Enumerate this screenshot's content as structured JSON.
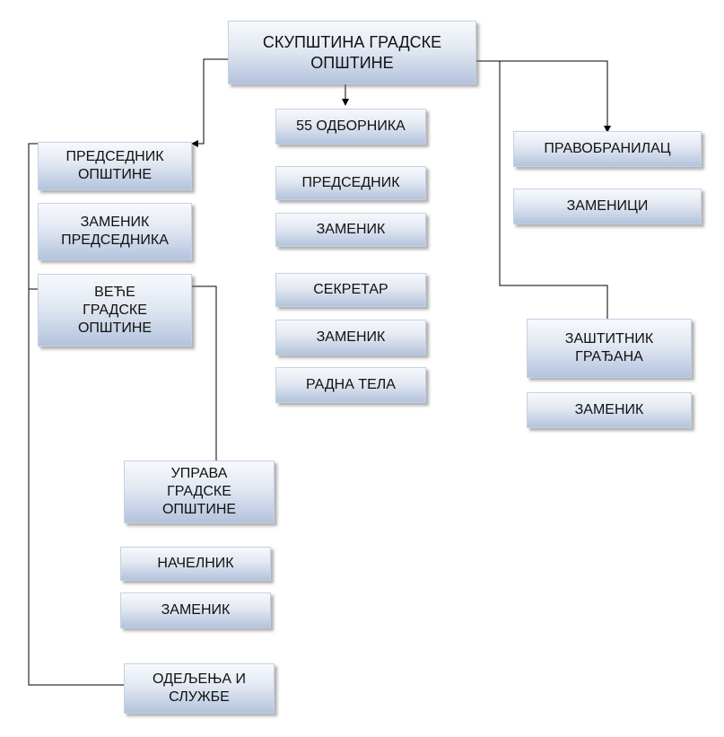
{
  "colors": {
    "box_top": "#f7f9fc",
    "box_bottom": "#b3c3dd",
    "connector": "#000000",
    "text": "#111111"
  },
  "assembly": {
    "title_line1": "СКУПШТИНА ГРАДСКЕ",
    "title_line2": "ОПШТИНЕ"
  },
  "left": {
    "president_line1": "ПРЕДСЕДНИК",
    "president_line2": "ОПШТИНЕ",
    "deputy_president_line1": "ЗАМЕНИК",
    "deputy_president_line2": "ПРЕДСЕДНИКА",
    "council_line1": "ВЕЋЕ",
    "council_line2": "ГРАДСКЕ",
    "council_line3": "ОПШТИНЕ",
    "administration_line1": "УПРАВА",
    "administration_line2": "ГРАДСКЕ",
    "administration_line3": "ОПШТИНЕ",
    "chief": "НАЧЕЛНИК",
    "chief_deputy": "ЗАМЕНИК",
    "departments_line1": "ОДЕЉЕЊА И",
    "departments_line2": "СЛУЖБЕ"
  },
  "center": {
    "councillors": "55 ОДБОРНИКА",
    "president": "ПРЕДСЕДНИК",
    "deputy": "ЗАМЕНИК",
    "secretary": "СЕКРЕТАР",
    "secretary_deputy": "ЗАМЕНИК",
    "working_bodies": "РАДНА ТЕЛА"
  },
  "right": {
    "attorney": "ПРАВОБРАНИЛАЦ",
    "attorney_deputies": "ЗАМЕНИЦИ",
    "ombudsman_line1": "ЗАШТИТНИК",
    "ombudsman_line2": "ГРАЂАНА",
    "ombudsman_deputy": "ЗАМЕНИК"
  }
}
